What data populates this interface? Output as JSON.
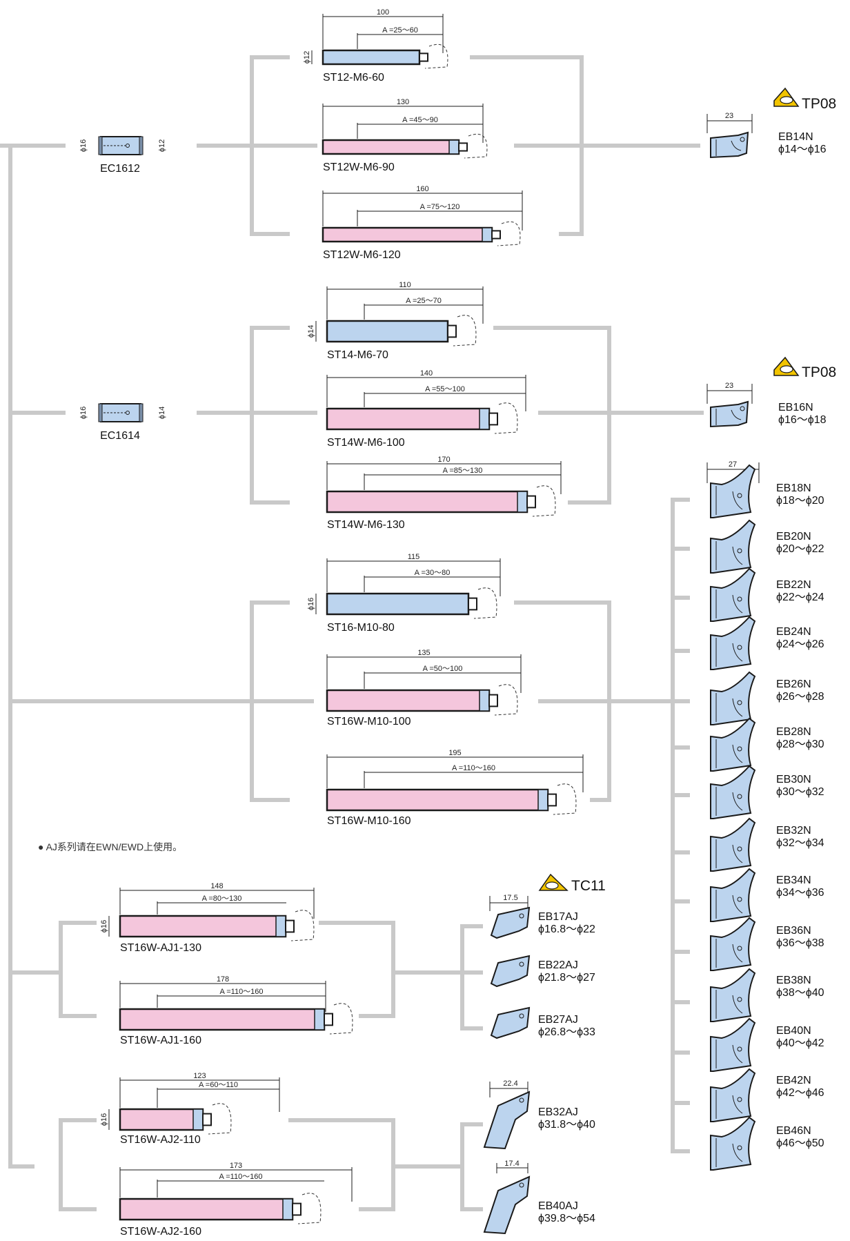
{
  "colors": {
    "line": "#c9c9c9",
    "blue_fill": "#bcd4ee",
    "pink_fill": "#f4c6dc",
    "outline": "#1a1a1a",
    "insert_yellow": "#f2c400"
  },
  "collets": [
    {
      "id": "c1612",
      "name": "EC1612",
      "outer": "ϕ16",
      "inner": "ϕ12"
    },
    {
      "id": "c1614",
      "name": "EC1614",
      "outer": "ϕ16",
      "inner": "ϕ14"
    }
  ],
  "shanks": [
    {
      "id": "st12_60",
      "name": "ST12-M6-60",
      "length": "100",
      "range": "A =25～60",
      "dia": "ϕ12"
    },
    {
      "id": "st12_90",
      "name": "ST12W-M6-90",
      "length": "130",
      "range": "A =45～90",
      "dia": ""
    },
    {
      "id": "st12_120",
      "name": "ST12W-M6-120",
      "length": "160",
      "range": "A =75～120",
      "dia": ""
    },
    {
      "id": "st14_70",
      "name": "ST14-M6-70",
      "length": "110",
      "range": "A =25～70",
      "dia": "ϕ14"
    },
    {
      "id": "st14_100",
      "name": "ST14W-M6-100",
      "length": "140",
      "range": "A =55～100",
      "dia": ""
    },
    {
      "id": "st14_130",
      "name": "ST14W-M6-130",
      "length": "170",
      "range": "A =85～130",
      "dia": ""
    },
    {
      "id": "st16_80",
      "name": "ST16-M10-80",
      "length": "115",
      "range": "A =30～80",
      "dia": "ϕ16"
    },
    {
      "id": "st16_100",
      "name": "ST16W-M10-100",
      "length": "135",
      "range": "A =50～100",
      "dia": ""
    },
    {
      "id": "st16_160",
      "name": "ST16W-M10-160",
      "length": "195",
      "range": "A =110～160",
      "dia": ""
    },
    {
      "id": "aj1_130",
      "name": "ST16W-AJ1-130",
      "length": "148",
      "range": "A =80～130",
      "dia": "ϕ16"
    },
    {
      "id": "aj1_160",
      "name": "ST16W-AJ1-160",
      "length": "178",
      "range": "A =110～160",
      "dia": ""
    },
    {
      "id": "aj2_110",
      "name": "ST16W-AJ2-110",
      "length": "123",
      "range": "A =60～110",
      "dia": "ϕ16"
    },
    {
      "id": "aj2_160",
      "name": "ST16W-AJ2-160",
      "length": "173",
      "range": "A =110～160",
      "dia": ""
    }
  ],
  "badges": [
    {
      "id": "b1",
      "text": "TP08"
    },
    {
      "id": "b2",
      "text": "TP08"
    },
    {
      "id": "b3",
      "text": "TC11"
    }
  ],
  "head_dims": [
    {
      "id": "d14",
      "text": "23"
    },
    {
      "id": "d16",
      "text": "23"
    },
    {
      "id": "d18",
      "text": "27"
    },
    {
      "id": "d17aj",
      "text": "17.5"
    },
    {
      "id": "d32aj",
      "text": "22.4"
    },
    {
      "id": "d40aj",
      "text": "17.4"
    }
  ],
  "heads": [
    {
      "id": "eb14",
      "name": "EB14N",
      "range": "ϕ14～ϕ16"
    },
    {
      "id": "eb16",
      "name": "EB16N",
      "range": "ϕ16～ϕ18"
    },
    {
      "id": "eb18",
      "name": "EB18N",
      "range": "ϕ18～ϕ20"
    },
    {
      "id": "eb20",
      "name": "EB20N",
      "range": "ϕ20～ϕ22"
    },
    {
      "id": "eb22",
      "name": "EB22N",
      "range": "ϕ22～ϕ24"
    },
    {
      "id": "eb24",
      "name": "EB24N",
      "range": "ϕ24～ϕ26"
    },
    {
      "id": "eb26",
      "name": "EB26N",
      "range": "ϕ26～ϕ28"
    },
    {
      "id": "eb28",
      "name": "EB28N",
      "range": "ϕ28～ϕ30"
    },
    {
      "id": "eb30",
      "name": "EB30N",
      "range": "ϕ30～ϕ32"
    },
    {
      "id": "eb32",
      "name": "EB32N",
      "range": "ϕ32～ϕ34"
    },
    {
      "id": "eb34",
      "name": "EB34N",
      "range": "ϕ34～ϕ36"
    },
    {
      "id": "eb36",
      "name": "EB36N",
      "range": "ϕ36～ϕ38"
    },
    {
      "id": "eb38",
      "name": "EB38N",
      "range": "ϕ38～ϕ40"
    },
    {
      "id": "eb40",
      "name": "EB40N",
      "range": "ϕ40～ϕ42"
    },
    {
      "id": "eb42",
      "name": "EB42N",
      "range": "ϕ42～ϕ46"
    },
    {
      "id": "eb46",
      "name": "EB46N",
      "range": "ϕ46～ϕ50"
    },
    {
      "id": "eb17aj",
      "name": "EB17AJ",
      "range": "ϕ16.8～ϕ22"
    },
    {
      "id": "eb22aj",
      "name": "EB22AJ",
      "range": "ϕ21.8～ϕ27"
    },
    {
      "id": "eb27aj",
      "name": "EB27AJ",
      "range": "ϕ26.8～ϕ33"
    },
    {
      "id": "eb32aj",
      "name": "EB32AJ",
      "range": "ϕ31.8～ϕ40"
    },
    {
      "id": "eb40aj",
      "name": "EB40AJ",
      "range": "ϕ39.8～ϕ54"
    }
  ],
  "note": "● AJ系列请在EWN/EWD上使用。"
}
